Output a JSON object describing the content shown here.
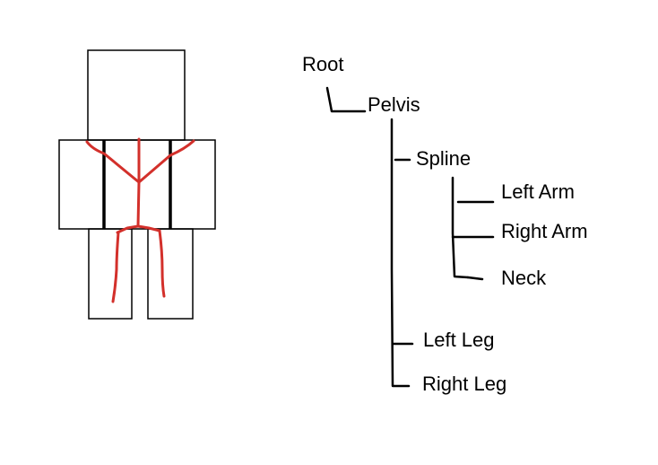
{
  "colors": {
    "background": "#ffffff",
    "outline": "#000000",
    "bone": "#d3302b"
  },
  "hierarchy": {
    "root": "Root",
    "pelvis": "Pelvis",
    "spine": "Spline",
    "left_arm": "Left Arm",
    "right_arm": "Right Arm",
    "neck": "Neck",
    "left_leg": "Left Leg",
    "right_leg": "Right Leg"
  }
}
